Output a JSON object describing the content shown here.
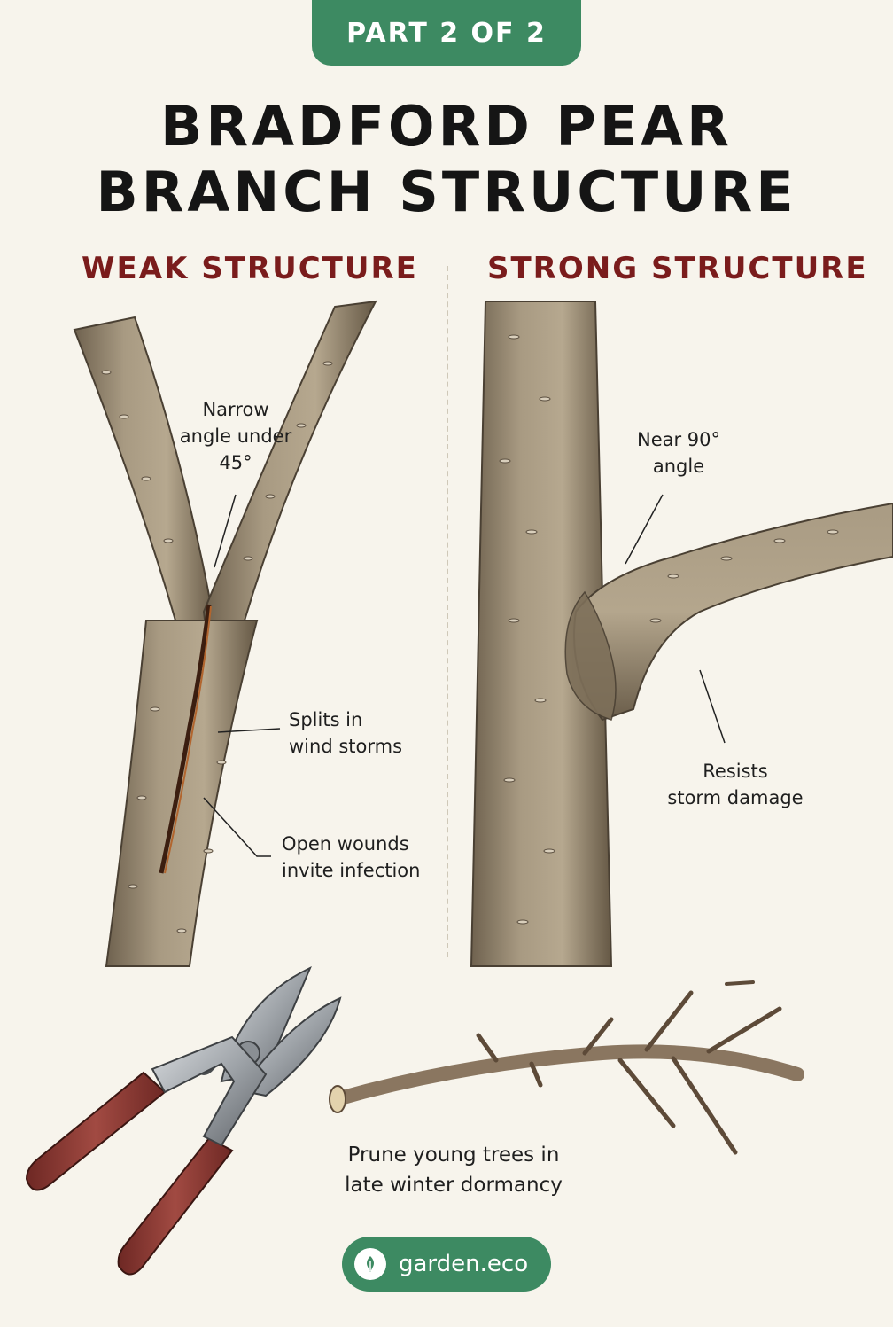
{
  "badge": {
    "label": "PART 2 OF 2"
  },
  "title": {
    "line1": "BRADFORD PEAR",
    "line2": "BRANCH STRUCTURE"
  },
  "weak": {
    "heading": "WEAK STRUCTURE",
    "notes": {
      "angle": [
        "Narrow",
        "angle under",
        "45°"
      ],
      "splits": [
        "Splits in",
        "wind storms"
      ],
      "wounds": [
        "Open wounds",
        "invite infection"
      ]
    }
  },
  "strong": {
    "heading": "STRONG STRUCTURE",
    "notes": {
      "angle": [
        "Near 90°",
        "angle"
      ],
      "resists": [
        "Resists",
        "storm damage"
      ]
    }
  },
  "tip": {
    "lines": [
      "Prune young trees in",
      "late winter dormancy"
    ]
  },
  "footer": {
    "brand": "garden.eco",
    "icon": "leaf-icon"
  },
  "colors": {
    "accent_green": "#3d8a62",
    "heading_red": "#7a1c1c",
    "background": "#f7f4ec",
    "bark": "#8c7d66",
    "handle": "#8e3b35"
  }
}
